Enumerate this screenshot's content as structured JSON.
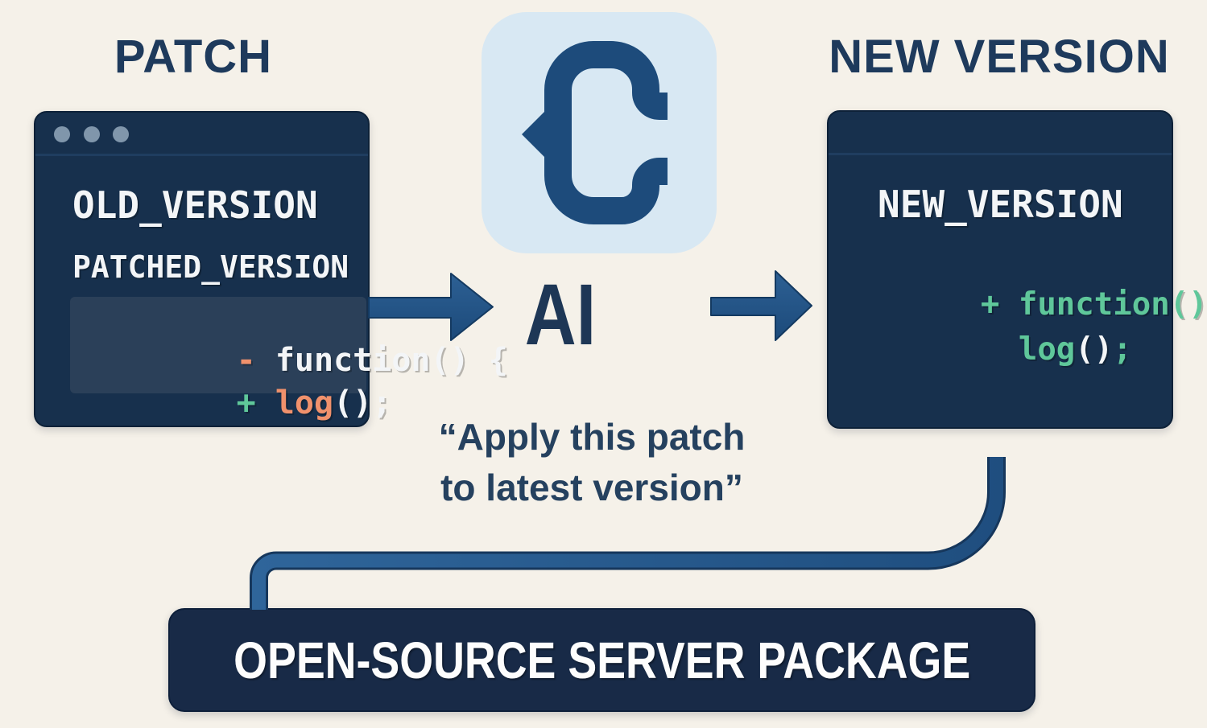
{
  "patch_panel": {
    "title": "PATCH",
    "code_label_1": "OLD_VERSION",
    "code_label_2": "PATCHED_VERSION",
    "diff_line_1": {
      "sign": "-",
      "code": "function() {"
    },
    "diff_line_2": {
      "sign": "+",
      "fn": "log",
      "rest": "();"
    }
  },
  "ai": {
    "label": "AI"
  },
  "quote": {
    "line1": "“Apply this patch",
    "line2": "to latest version”"
  },
  "new_panel": {
    "title": "NEW VERSION",
    "code_label_1": "NEW_VERSION",
    "line1": {
      "sign": "+",
      "fn": "function()",
      "brace": "{"
    },
    "line2": {
      "fn": "log",
      "parens": "()",
      "semi": ";"
    }
  },
  "package_box": {
    "label": "OPEN-SOURCE SERVER PACKAGE"
  },
  "icons": {
    "logo": "curly-brace-c-logo",
    "window_controls": "three-dots",
    "flow_arrows": "arrow-right",
    "connector": "elbow-connector-line"
  },
  "colors": {
    "background": "#f5f1e9",
    "panel_navy": "#17304d",
    "highlight_navy": "#2b4059",
    "box_navy": "#182a47",
    "heading_navy": "#1e3a5c",
    "arrow_blue": "#235283",
    "connector_blue": "#2b5f94",
    "logo_tile_blue": "#d8e8f3",
    "logo_glyph_blue": "#1d4b7b",
    "diff_green": "#5fc79a",
    "diff_salmon": "#f0916c",
    "code_white": "#f3f5f7"
  }
}
